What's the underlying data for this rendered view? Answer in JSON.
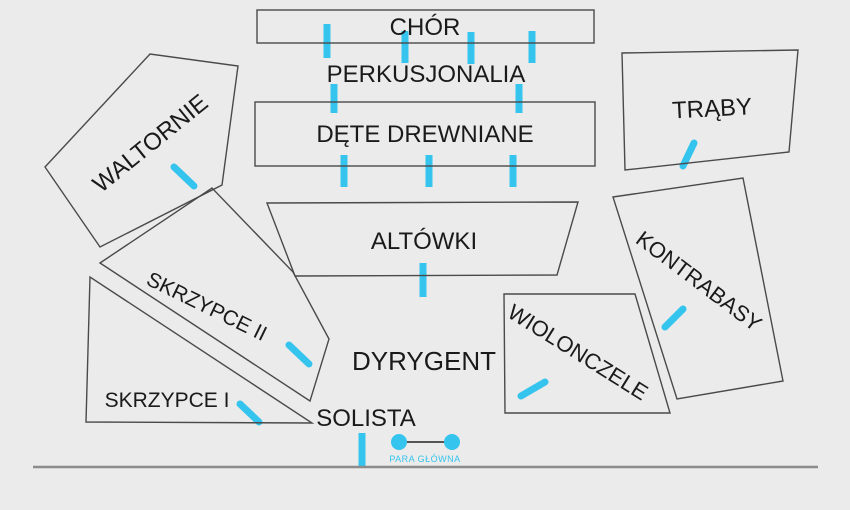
{
  "diagram": {
    "description": "Orchestra stage seating plan (Polish labels)",
    "colors": {
      "background": "#ebebeb",
      "outline": "#4a4a4a",
      "text": "#1a1a1a",
      "marker_accent": "#35c4ee",
      "stage_line": "#8c8c8c"
    },
    "sections": {
      "chor": {
        "label": "CHÓR"
      },
      "perkusjonalia": {
        "label": "PERKUSJONALIA"
      },
      "dete_drewniane": {
        "label": "DĘTE DREWNIANE"
      },
      "altowki": {
        "label": "ALTÓWKI"
      },
      "waltornie": {
        "label": "WALTORNIE"
      },
      "traby": {
        "label": "TRĄBY"
      },
      "kontrabasy": {
        "label": "KONTRABASY"
      },
      "skrzypce_ii": {
        "label": "SKRZYPCE II"
      },
      "skrzypce_i": {
        "label": "SKRZYPCE I"
      },
      "wiolonczele": {
        "label": "WIOLONCZELE"
      },
      "dyrygent": {
        "label": "DYRYGENT"
      },
      "solista": {
        "label": "SOLISTA"
      },
      "para_glowna": {
        "label": "PARA GŁÓWNA"
      }
    }
  }
}
